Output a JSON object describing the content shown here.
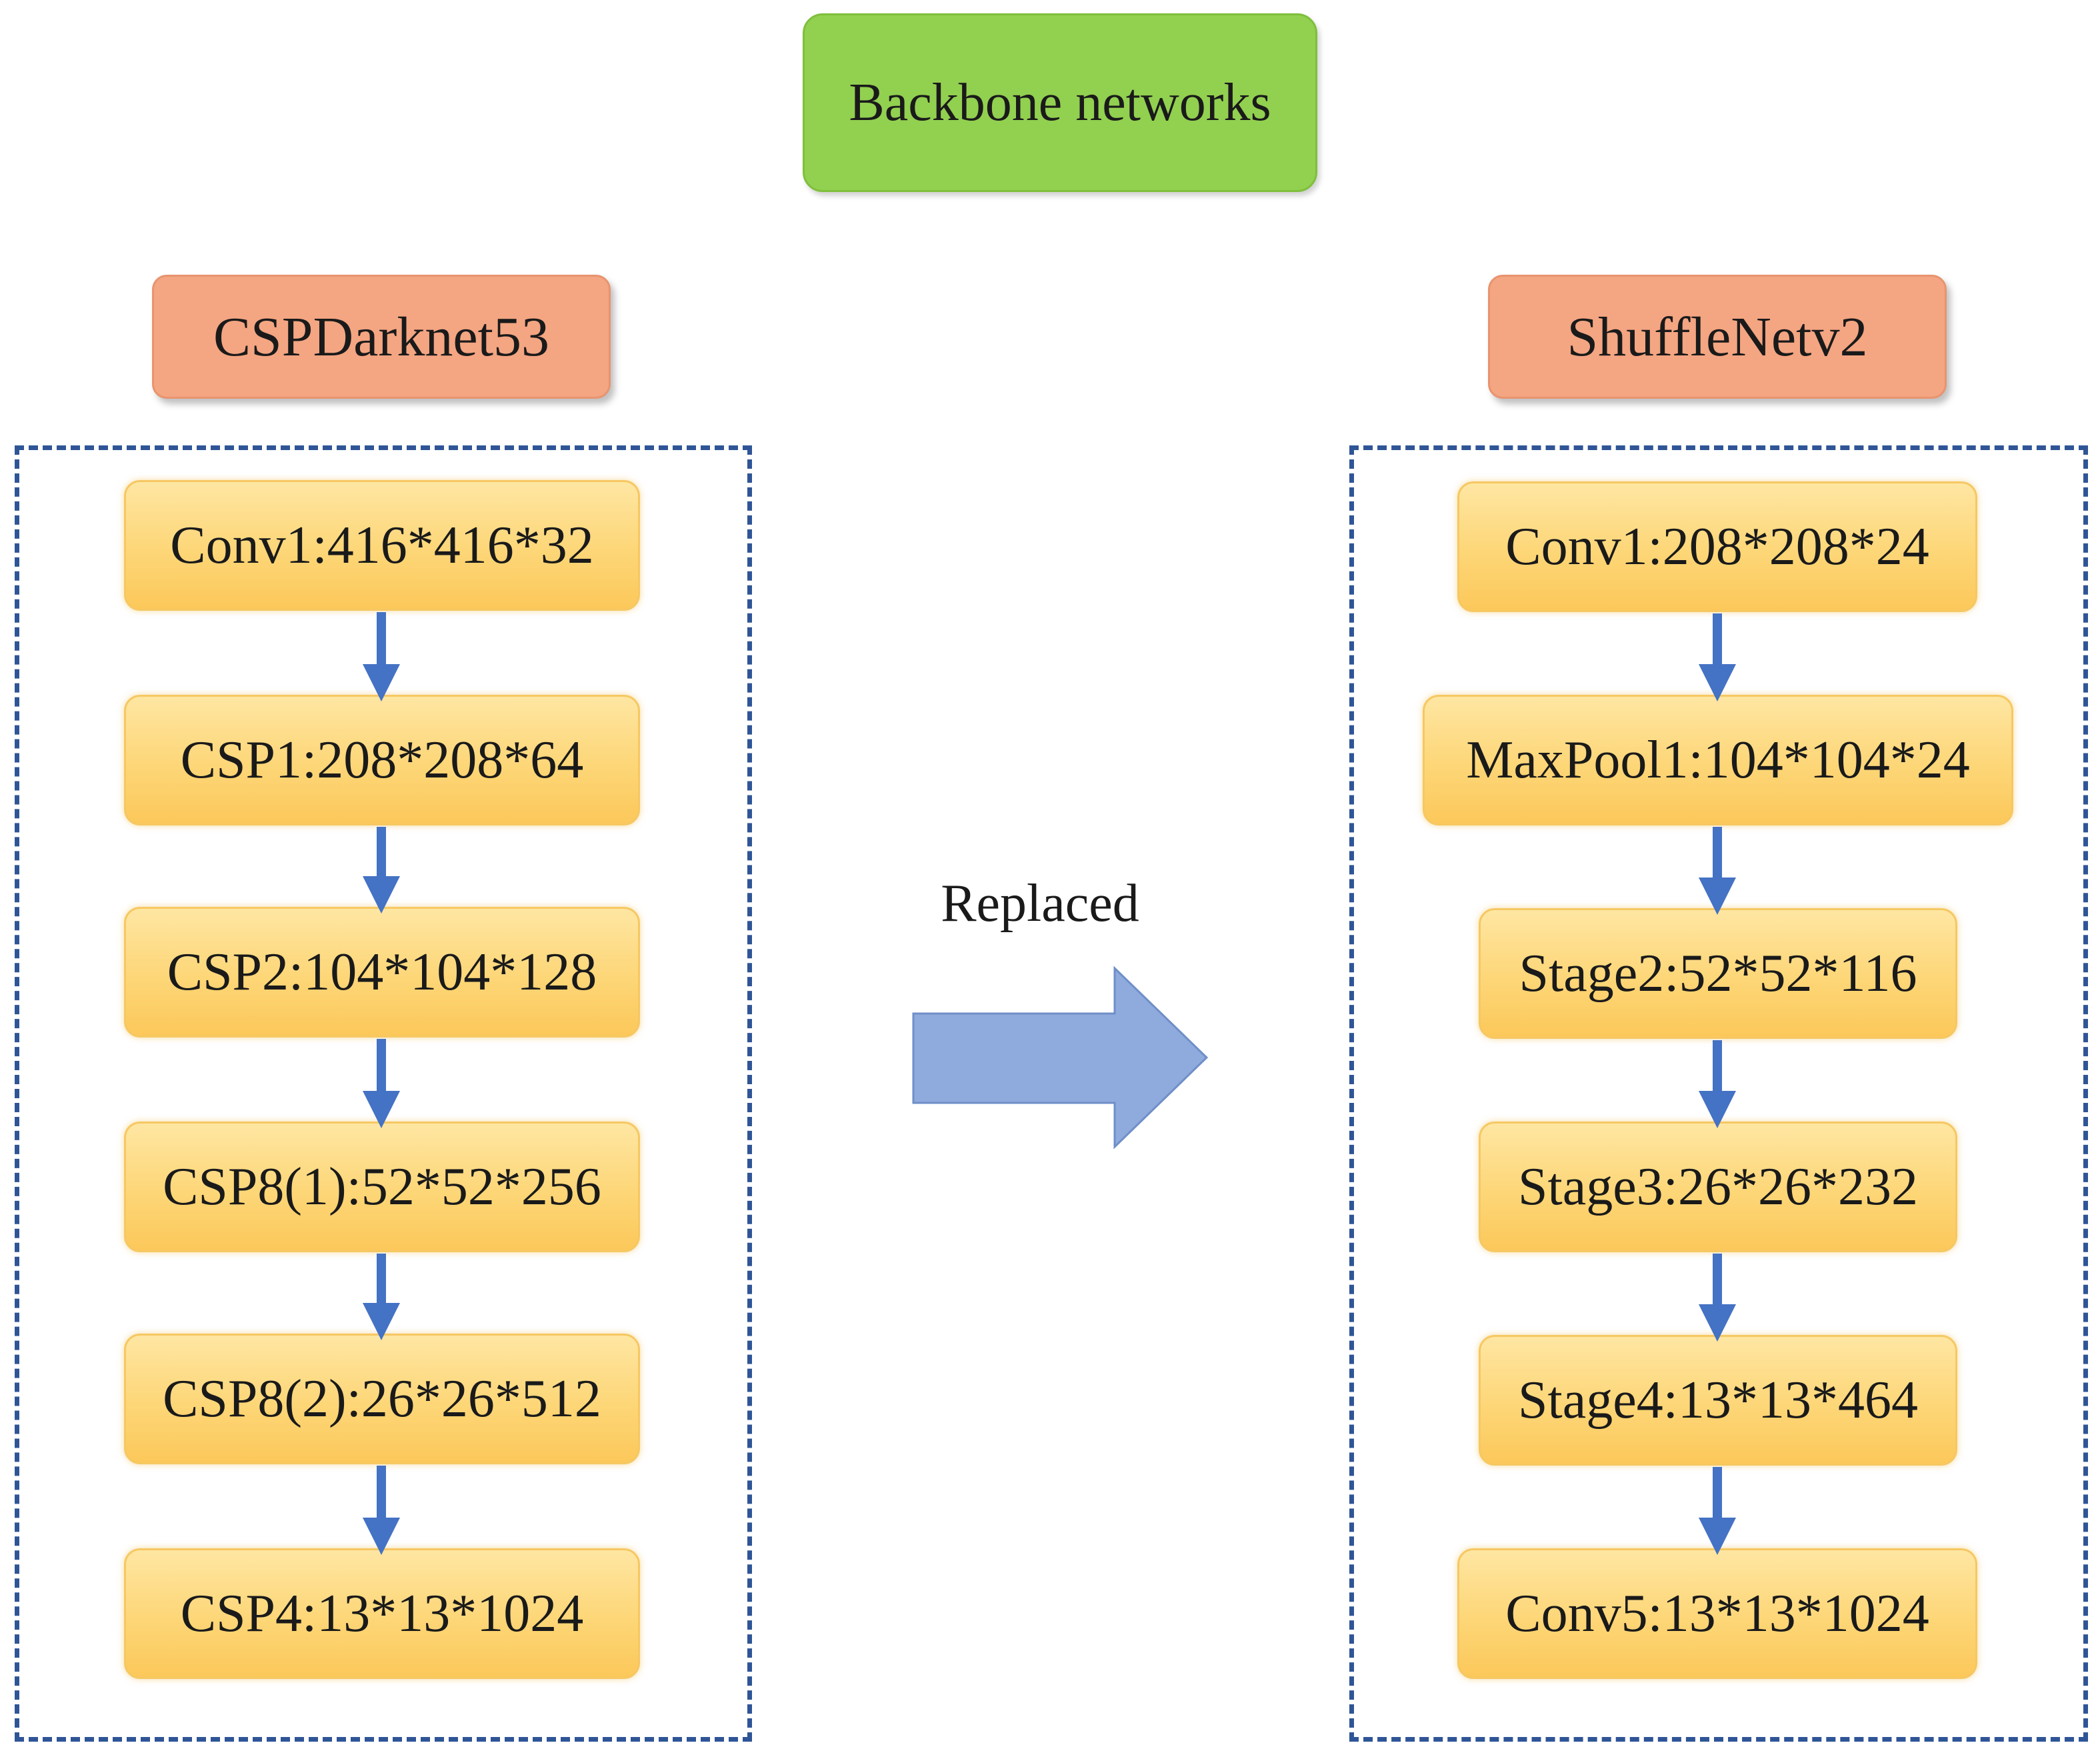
{
  "title": "Backbone networks",
  "left": {
    "name": "CSPDarknet53",
    "layers": [
      "Conv1:416*416*32",
      "CSP1:208*208*64",
      "CSP2:104*104*128",
      "CSP8(1):52*52*256",
      "CSP8(2):26*26*512",
      "CSP4:13*13*1024"
    ]
  },
  "right": {
    "name": "ShuffleNetv2",
    "layers": [
      "Conv1:208*208*24",
      "MaxPool1:104*104*24",
      "Stage2:52*52*116",
      "Stage3:26*26*232",
      "Stage4:13*13*464",
      "Conv5:13*13*1024"
    ]
  },
  "transition_label": "Replaced",
  "colors": {
    "title_fill": "#92d050",
    "header_fill": "#f4a582",
    "layer_fill": "#fdd677",
    "frame_stroke": "#2f5597",
    "flow_arrow": "#4472c4",
    "replace_arrow": "#8faadc"
  }
}
